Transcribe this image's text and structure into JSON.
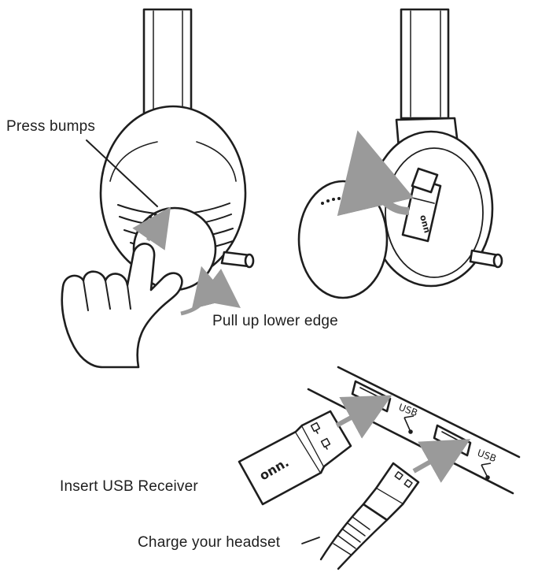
{
  "labels": {
    "press_bumps": "Press bumps",
    "pull_up": "Pull up lower edge",
    "insert_usb": "Insert USB Receiver",
    "charge": "Charge your headset"
  },
  "port_labels": {
    "usb_top": "USB",
    "usb_bottom": "USB"
  },
  "brand_text": "onn.",
  "colors": {
    "line": "#1e1e1e",
    "arrow": "#9a9a9a",
    "fill": "#ffffff"
  },
  "icons": [
    "hand-icon",
    "usb-symbol-icon",
    "arrow-icon"
  ]
}
